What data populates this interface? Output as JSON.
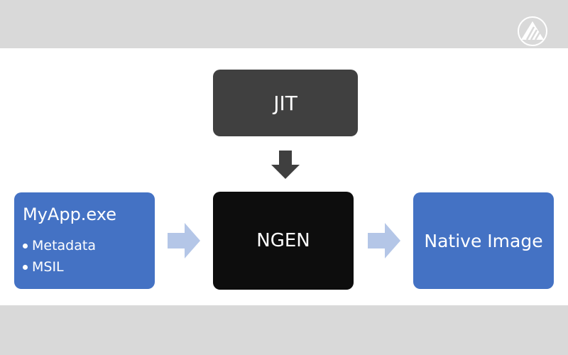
{
  "diagram": {
    "nodes": {
      "jit": {
        "label": "JIT"
      },
      "ngen": {
        "label": "NGEN"
      },
      "myapp": {
        "title": "MyApp.exe",
        "items": [
          "Metadata",
          "MSIL"
        ]
      },
      "native": {
        "label": "Native Image"
      }
    },
    "edges": [
      {
        "from": "jit",
        "to": "ngen"
      },
      {
        "from": "myapp",
        "to": "ngen"
      },
      {
        "from": "ngen",
        "to": "native"
      }
    ]
  },
  "colors": {
    "band": "#d9d9d9",
    "canvas": "#ffffff",
    "jit_fill": "#404040",
    "ngen_fill": "#0d0d0d",
    "blue_fill": "#4472c4",
    "down_arrow": "#3f3f3f",
    "side_arrow": "#b4c6e7"
  },
  "icons": {
    "logo": "triangle-logo-icon"
  }
}
